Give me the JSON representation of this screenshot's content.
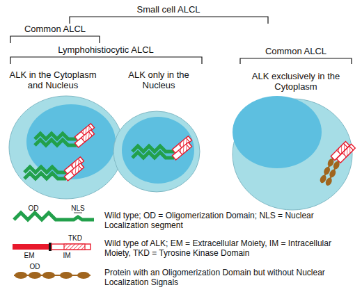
{
  "diagram": {
    "labels": [
      "Small cell ALCL",
      "Common ALCL",
      "Lymphohistiocytic ALCL",
      "Common ALCL",
      "ALK in the Cytoplasm and Nucleus",
      "ALK only in the Nucleus",
      "ALK exclusively in the Cytoplasm",
      "OD",
      "NLS",
      "EM",
      "IM",
      "TKD",
      "OD"
    ],
    "legend": [
      {
        "text": "Wild type; OD = Oligomerization Domain; NLS = Nuclear Localization segment"
      },
      {
        "text": "Wild type of ALK; EM = Extracellular Moiety, IM = Intracellular Moiety, TKD = Tyrosine Kinase Domain"
      },
      {
        "text": "Protein with an Oligomerization Domain but without Nuclear Localization Signals"
      }
    ]
  }
}
